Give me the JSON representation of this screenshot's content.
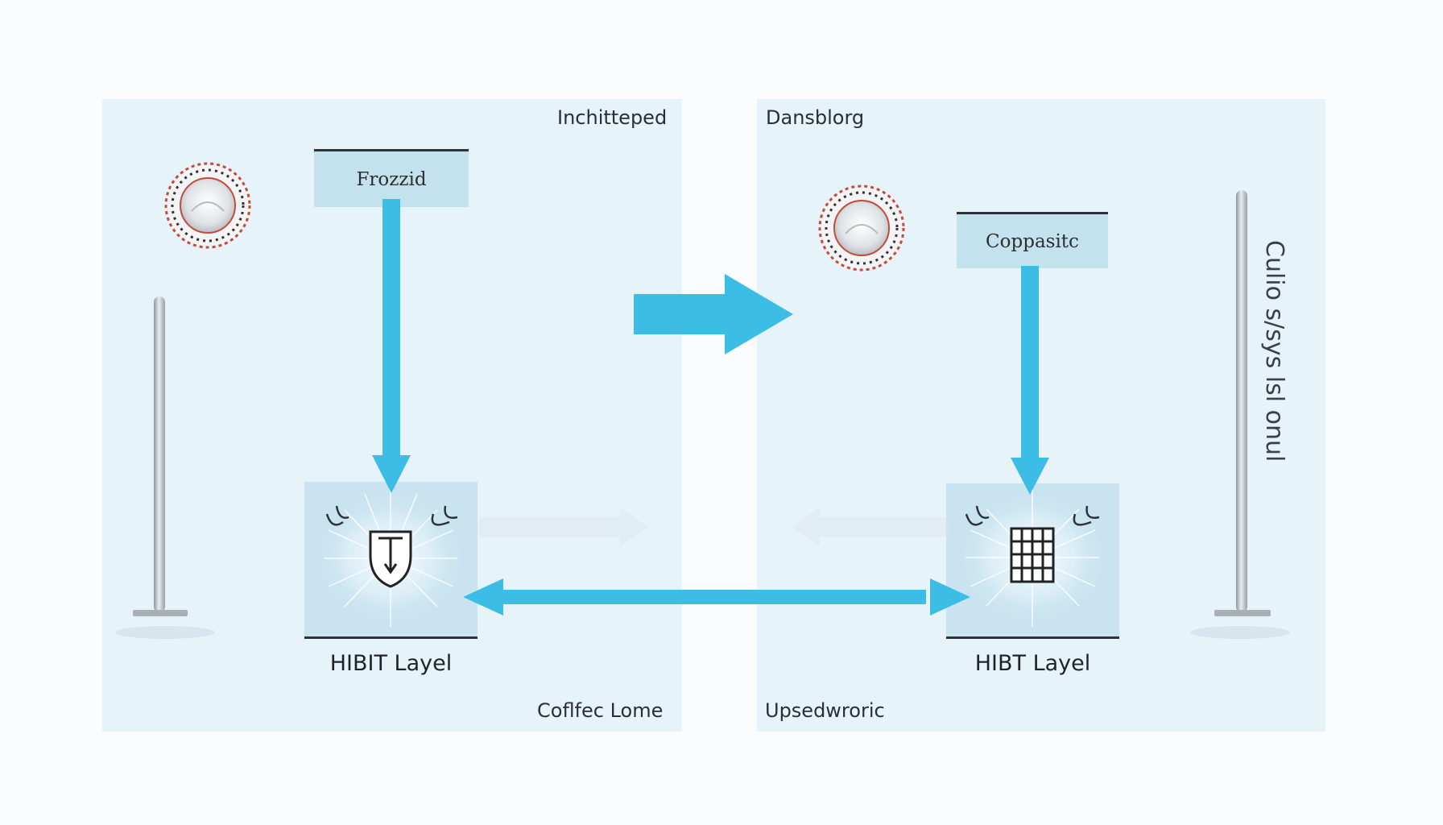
{
  "left_panel": {
    "top_label": "Inchitteped",
    "bottom_label": "Coflfec Lome",
    "source_box": "Frozzid",
    "layer_label": "HIBIT Layel",
    "layer_icon": "shield-icon"
  },
  "right_panel": {
    "top_label": "Dansblorg",
    "bottom_label": "Upsedwroric",
    "source_box": "Coppasitc",
    "layer_label": "HIBT Layel",
    "layer_icon": "grid-icon",
    "side_text": "Culio s/sys lsl onul"
  },
  "colors": {
    "accent_arrow": "#3cbde6",
    "panel_bg": "#e6f3f9",
    "box_bg": "#c4e2ee"
  }
}
